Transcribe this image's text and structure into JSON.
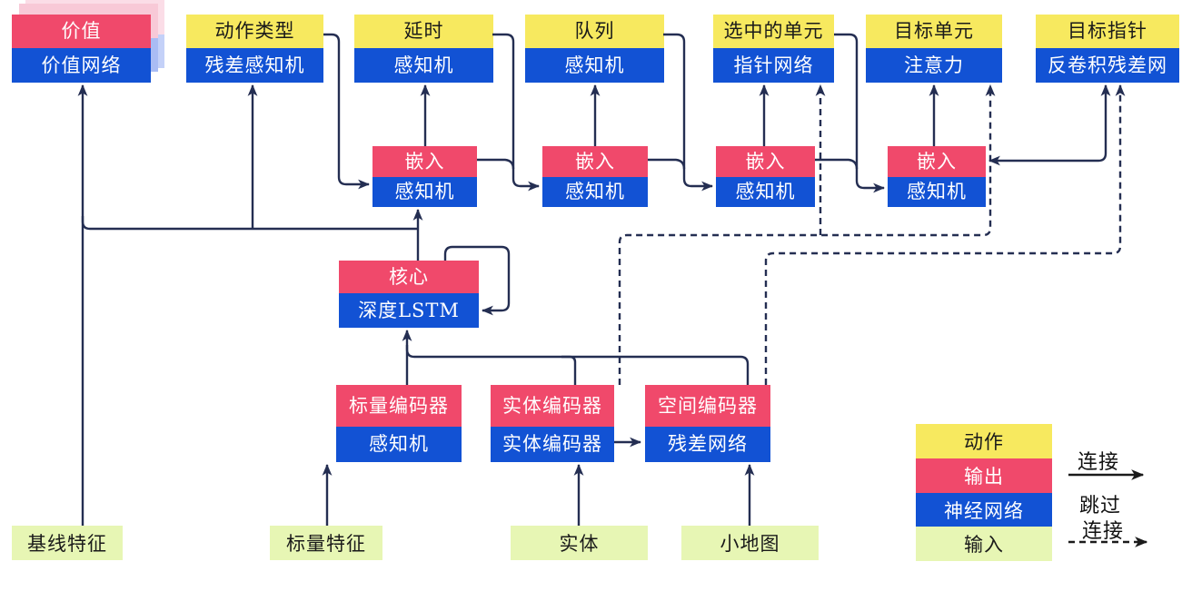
{
  "diagram": {
    "title_implicit": "",
    "top_row": [
      {
        "id": "value",
        "header": "价值",
        "body": "价值网络",
        "header_type": "output",
        "stacked": true
      },
      {
        "id": "action-type",
        "header": "动作类型",
        "body": "残差感知机",
        "header_type": "action"
      },
      {
        "id": "delay",
        "header": "延时",
        "body": "感知机",
        "header_type": "action"
      },
      {
        "id": "queue",
        "header": "队列",
        "body": "感知机",
        "header_type": "action"
      },
      {
        "id": "selected-units",
        "header": "选中的单元",
        "body": "指针网络",
        "header_type": "action"
      },
      {
        "id": "target-unit",
        "header": "目标单元",
        "body": "注意力",
        "header_type": "action"
      },
      {
        "id": "target-pointer",
        "header": "目标指针",
        "body": "反卷积残差网",
        "header_type": "action"
      }
    ],
    "embed_row": [
      {
        "id": "embed-1",
        "header": "嵌入",
        "body": "感知机"
      },
      {
        "id": "embed-2",
        "header": "嵌入",
        "body": "感知机"
      },
      {
        "id": "embed-3",
        "header": "嵌入",
        "body": "感知机"
      },
      {
        "id": "embed-4",
        "header": "嵌入",
        "body": "感知机"
      }
    ],
    "core": {
      "id": "core",
      "header": "核心",
      "body": "深度LSTM"
    },
    "encoders": [
      {
        "id": "scalar-encoder",
        "header": "标量编码器",
        "body": "感知机"
      },
      {
        "id": "entity-encoder",
        "header": "实体编码器",
        "body": "实体编码器"
      },
      {
        "id": "spatial-encoder",
        "header": "空间编码器",
        "body": "残差网络"
      }
    ],
    "inputs": [
      {
        "id": "baseline-features",
        "label": "基线特征"
      },
      {
        "id": "scalar-features",
        "label": "标量特征"
      },
      {
        "id": "entities",
        "label": "实体"
      },
      {
        "id": "minimap",
        "label": "小地图"
      }
    ],
    "legend": {
      "rows": [
        {
          "label": "动作",
          "type": "action"
        },
        {
          "label": "输出",
          "type": "output"
        },
        {
          "label": "神经网络",
          "type": "network"
        },
        {
          "label": "输入",
          "type": "input"
        }
      ],
      "solid_arrow_label": "连接",
      "dashed_arrow_label_line1": "跳过",
      "dashed_arrow_label_line2": "连接"
    },
    "connections": {
      "solid": [
        {
          "from": "baseline-features",
          "to": "value"
        },
        {
          "from": "core",
          "to": "value"
        },
        {
          "from": "core",
          "to": "action-type"
        },
        {
          "from": "core",
          "to": "embed-1"
        },
        {
          "from": "action-type",
          "to": "embed-1"
        },
        {
          "from": "embed-1",
          "to": "delay"
        },
        {
          "from": "delay",
          "to": "embed-2"
        },
        {
          "from": "embed-1",
          "to": "embed-2"
        },
        {
          "from": "embed-2",
          "to": "queue"
        },
        {
          "from": "queue",
          "to": "embed-3"
        },
        {
          "from": "embed-2",
          "to": "embed-3"
        },
        {
          "from": "embed-3",
          "to": "selected-units"
        },
        {
          "from": "selected-units",
          "to": "embed-4"
        },
        {
          "from": "embed-3",
          "to": "embed-4"
        },
        {
          "from": "embed-4",
          "to": "target-unit"
        },
        {
          "from": "embed-4",
          "to": "target-pointer",
          "double_headed": true
        },
        {
          "from": "core",
          "to": "core",
          "note": "self-loop"
        },
        {
          "from": "scalar-encoder",
          "to": "core"
        },
        {
          "from": "entity-encoder",
          "to": "core"
        },
        {
          "from": "spatial-encoder",
          "to": "core"
        },
        {
          "from": "entity-encoder",
          "to": "spatial-encoder"
        },
        {
          "from": "scalar-features",
          "to": "scalar-encoder"
        },
        {
          "from": "entities",
          "to": "entity-encoder"
        },
        {
          "from": "minimap",
          "to": "spatial-encoder"
        }
      ],
      "dashed": [
        {
          "from": "entity-encoder",
          "to": "selected-units"
        },
        {
          "from": "entity-encoder",
          "to": "target-unit"
        },
        {
          "from": "spatial-encoder",
          "to": "target-pointer"
        }
      ]
    },
    "colors": {
      "action": "#f7e95f",
      "output": "#f0496b",
      "network": "#1252d4",
      "input": "#e7f6b4",
      "wire": "#242e52",
      "legend_arrow": "#1b1b1b"
    }
  }
}
